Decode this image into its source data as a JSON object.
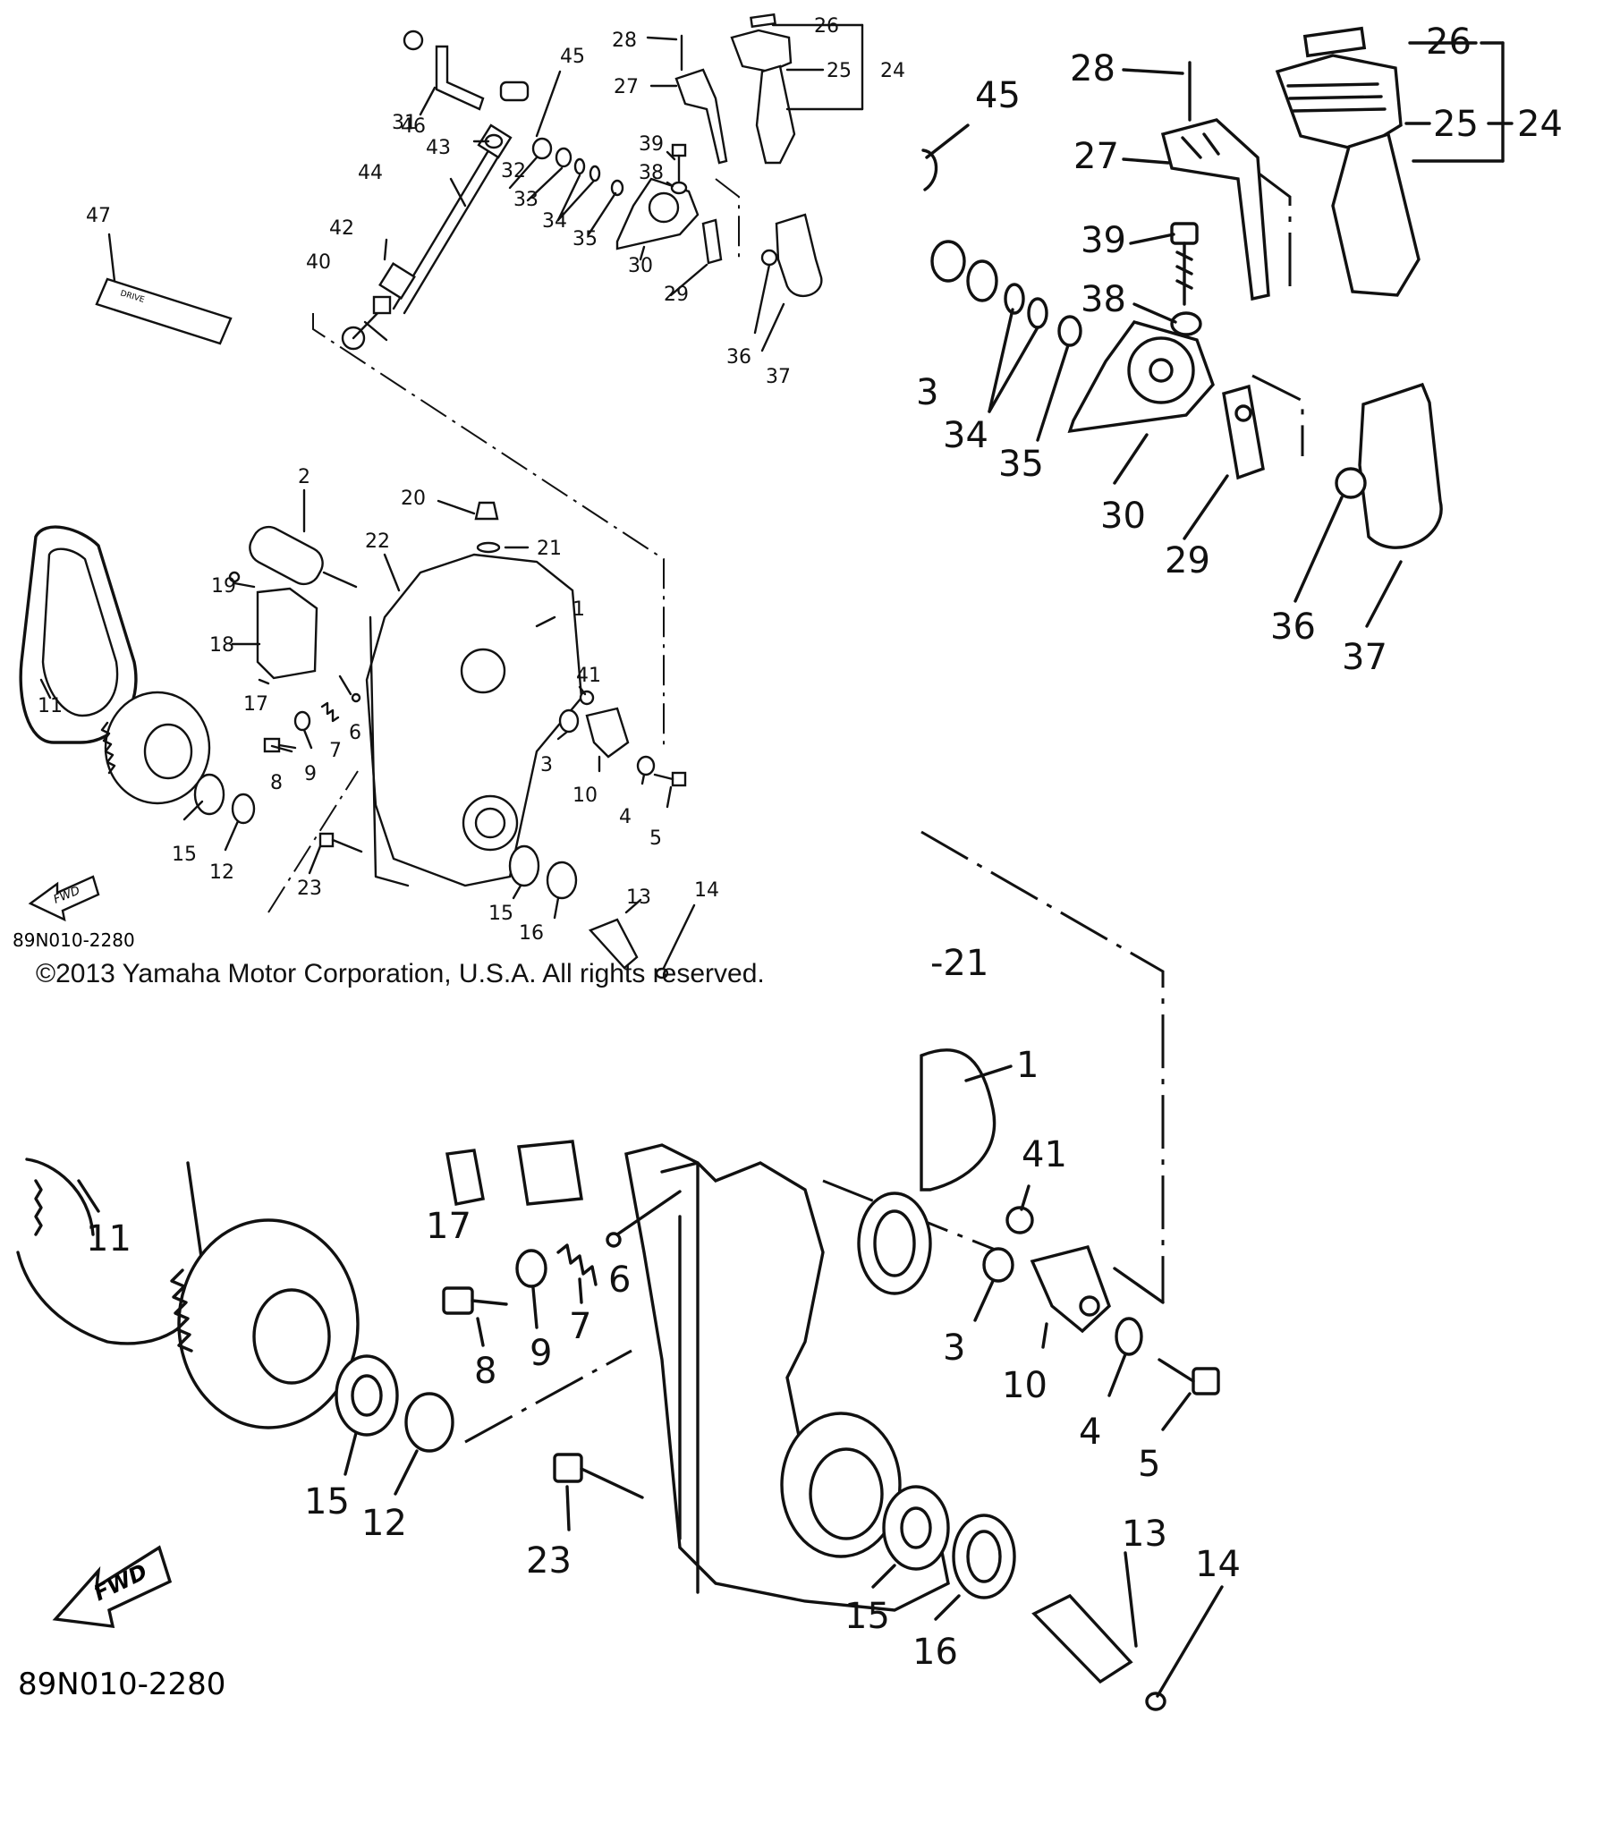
{
  "diagram": {
    "fwd_label": "FWD",
    "drawing_number": "89N010-2280",
    "copyright": "©2013 Yamaha Motor Corporation, U.S.A. All rights reserved.",
    "sticker_text": "DRIVE"
  },
  "callouts_main": [
    "1",
    "2",
    "3",
    "4",
    "5",
    "6",
    "7",
    "8",
    "9",
    "10",
    "11",
    "12",
    "13",
    "14",
    "15",
    "15",
    "16",
    "17",
    "18",
    "19",
    "20",
    "21",
    "22",
    "23",
    "24",
    "25",
    "26",
    "27",
    "28",
    "29",
    "30",
    "31",
    "32",
    "33",
    "34",
    "34",
    "35",
    "36",
    "37",
    "38",
    "39",
    "40",
    "41",
    "42",
    "43",
    "44",
    "45",
    "46",
    "47"
  ],
  "callouts_zoom_top": [
    "24",
    "25",
    "26",
    "27",
    "28",
    "29",
    "30",
    "34",
    "34",
    "35",
    "36",
    "37",
    "38",
    "39",
    "45",
    "3"
  ],
  "callouts_zoom_bottom": [
    "1",
    "3",
    "4",
    "5",
    "6",
    "7",
    "8",
    "9",
    "10",
    "11",
    "12",
    "13",
    "14",
    "15",
    "15",
    "16",
    "17",
    "21",
    "23",
    "41"
  ]
}
